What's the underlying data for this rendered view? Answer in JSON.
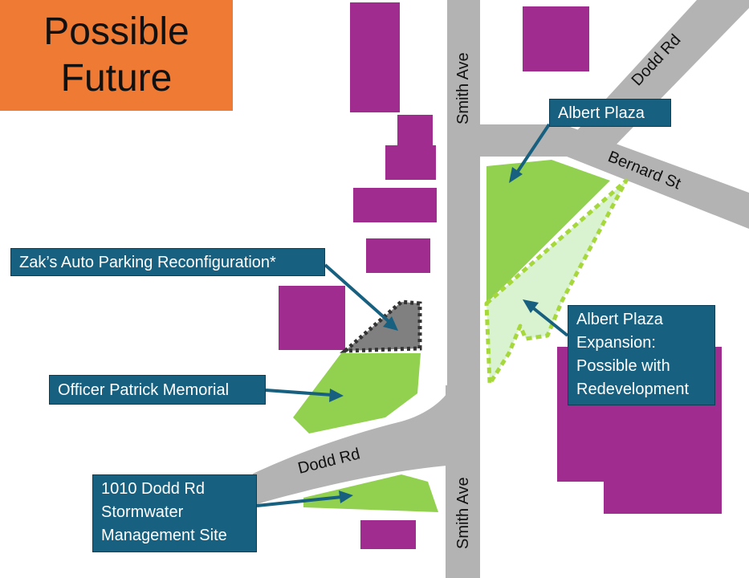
{
  "colors": {
    "title_bg": "#ee7a33",
    "road": "#b3b3b3",
    "building": "#a02c8f",
    "park": "#92d050",
    "park_expansion": "#d9f2cf",
    "expansion_border": "#a6d83b",
    "zak_fill": "#808080",
    "zak_border": "#333333",
    "label_bg": "#17607f",
    "arrow": "#17607f"
  },
  "title": {
    "line1": "Possible",
    "line2": "Future"
  },
  "roads": {
    "smith_ave_north": "Smith Ave",
    "smith_ave_south": "Smith Ave",
    "dodd_rd_northeast": "Dodd Rd",
    "dodd_rd_southwest": "Dodd Rd",
    "bernard_st": "Bernard St"
  },
  "labels": {
    "albert_plaza": "Albert Plaza",
    "zaks_auto": "Zak’s Auto Parking Reconfiguration*",
    "albert_expansion": [
      "Albert Plaza",
      "Expansion:",
      "Possible with",
      "Redevelopment"
    ],
    "officer_patrick": "Officer Patrick Memorial",
    "stormwater": [
      "1010 Dodd Rd",
      "Stormwater",
      "Management Site"
    ]
  }
}
